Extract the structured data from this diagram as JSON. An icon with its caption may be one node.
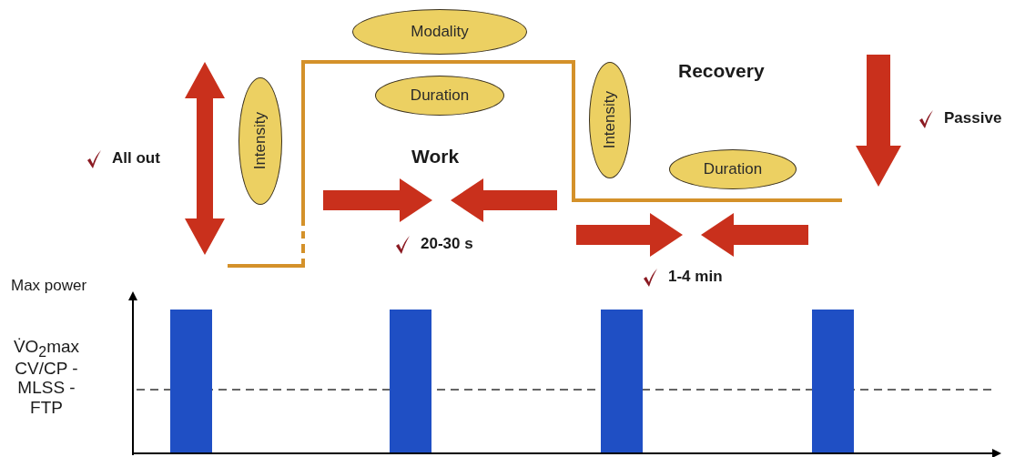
{
  "diagram": {
    "nodes": [
      {
        "text": [
          "Modality"
        ]
      },
      {
        "text": [
          "Duration"
        ]
      },
      {
        "text": [
          "Intensity"
        ]
      },
      {
        "text": [
          "Intensity"
        ]
      },
      {
        "text": [
          "Duration"
        ]
      }
    ],
    "labels": [
      "Recovery",
      "Passive",
      "All out",
      "Work",
      "20-30 s",
      "1-4 min",
      "Max power",
      "V̇O$_{2}$max",
      "CV/CP - MLSS - FTP"
    ]
  }
}
